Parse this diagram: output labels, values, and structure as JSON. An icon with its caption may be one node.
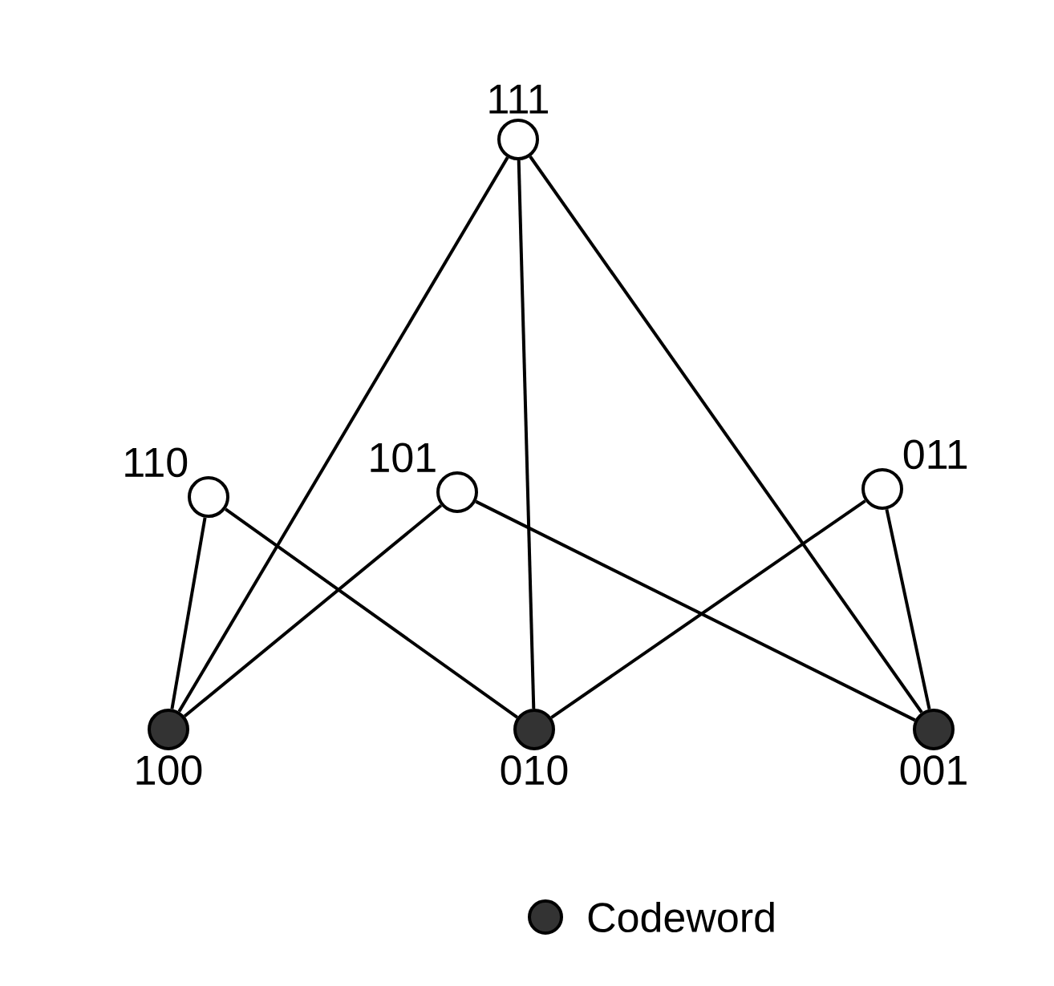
{
  "diagram": {
    "nodes": [
      {
        "text": [
          "111"
        ]
      },
      {
        "text": [
          "110"
        ]
      },
      {
        "text": [
          "101"
        ]
      },
      {
        "text": [
          "011"
        ]
      },
      {
        "text": [
          "100"
        ]
      },
      {
        "text": [
          "010"
        ]
      },
      {
        "text": [
          "001"
        ]
      }
    ],
    "edges": [
      {
        "from": 0,
        "to": 4,
        "arrow": "none"
      },
      {
        "from": 0,
        "to": 5,
        "arrow": "none"
      },
      {
        "from": 0,
        "to": 6,
        "arrow": "none"
      },
      {
        "from": 1,
        "to": 4,
        "arrow": "none"
      },
      {
        "from": 1,
        "to": 5,
        "arrow": "none"
      },
      {
        "from": 2,
        "to": 4,
        "arrow": "none"
      },
      {
        "from": 2,
        "to": 6,
        "arrow": "none"
      },
      {
        "from": 3,
        "to": 5,
        "arrow": "none"
      },
      {
        "from": 3,
        "to": 6,
        "arrow": "none"
      }
    ],
    "legend": [
      {
        "text": "Codeword"
      }
    ]
  }
}
